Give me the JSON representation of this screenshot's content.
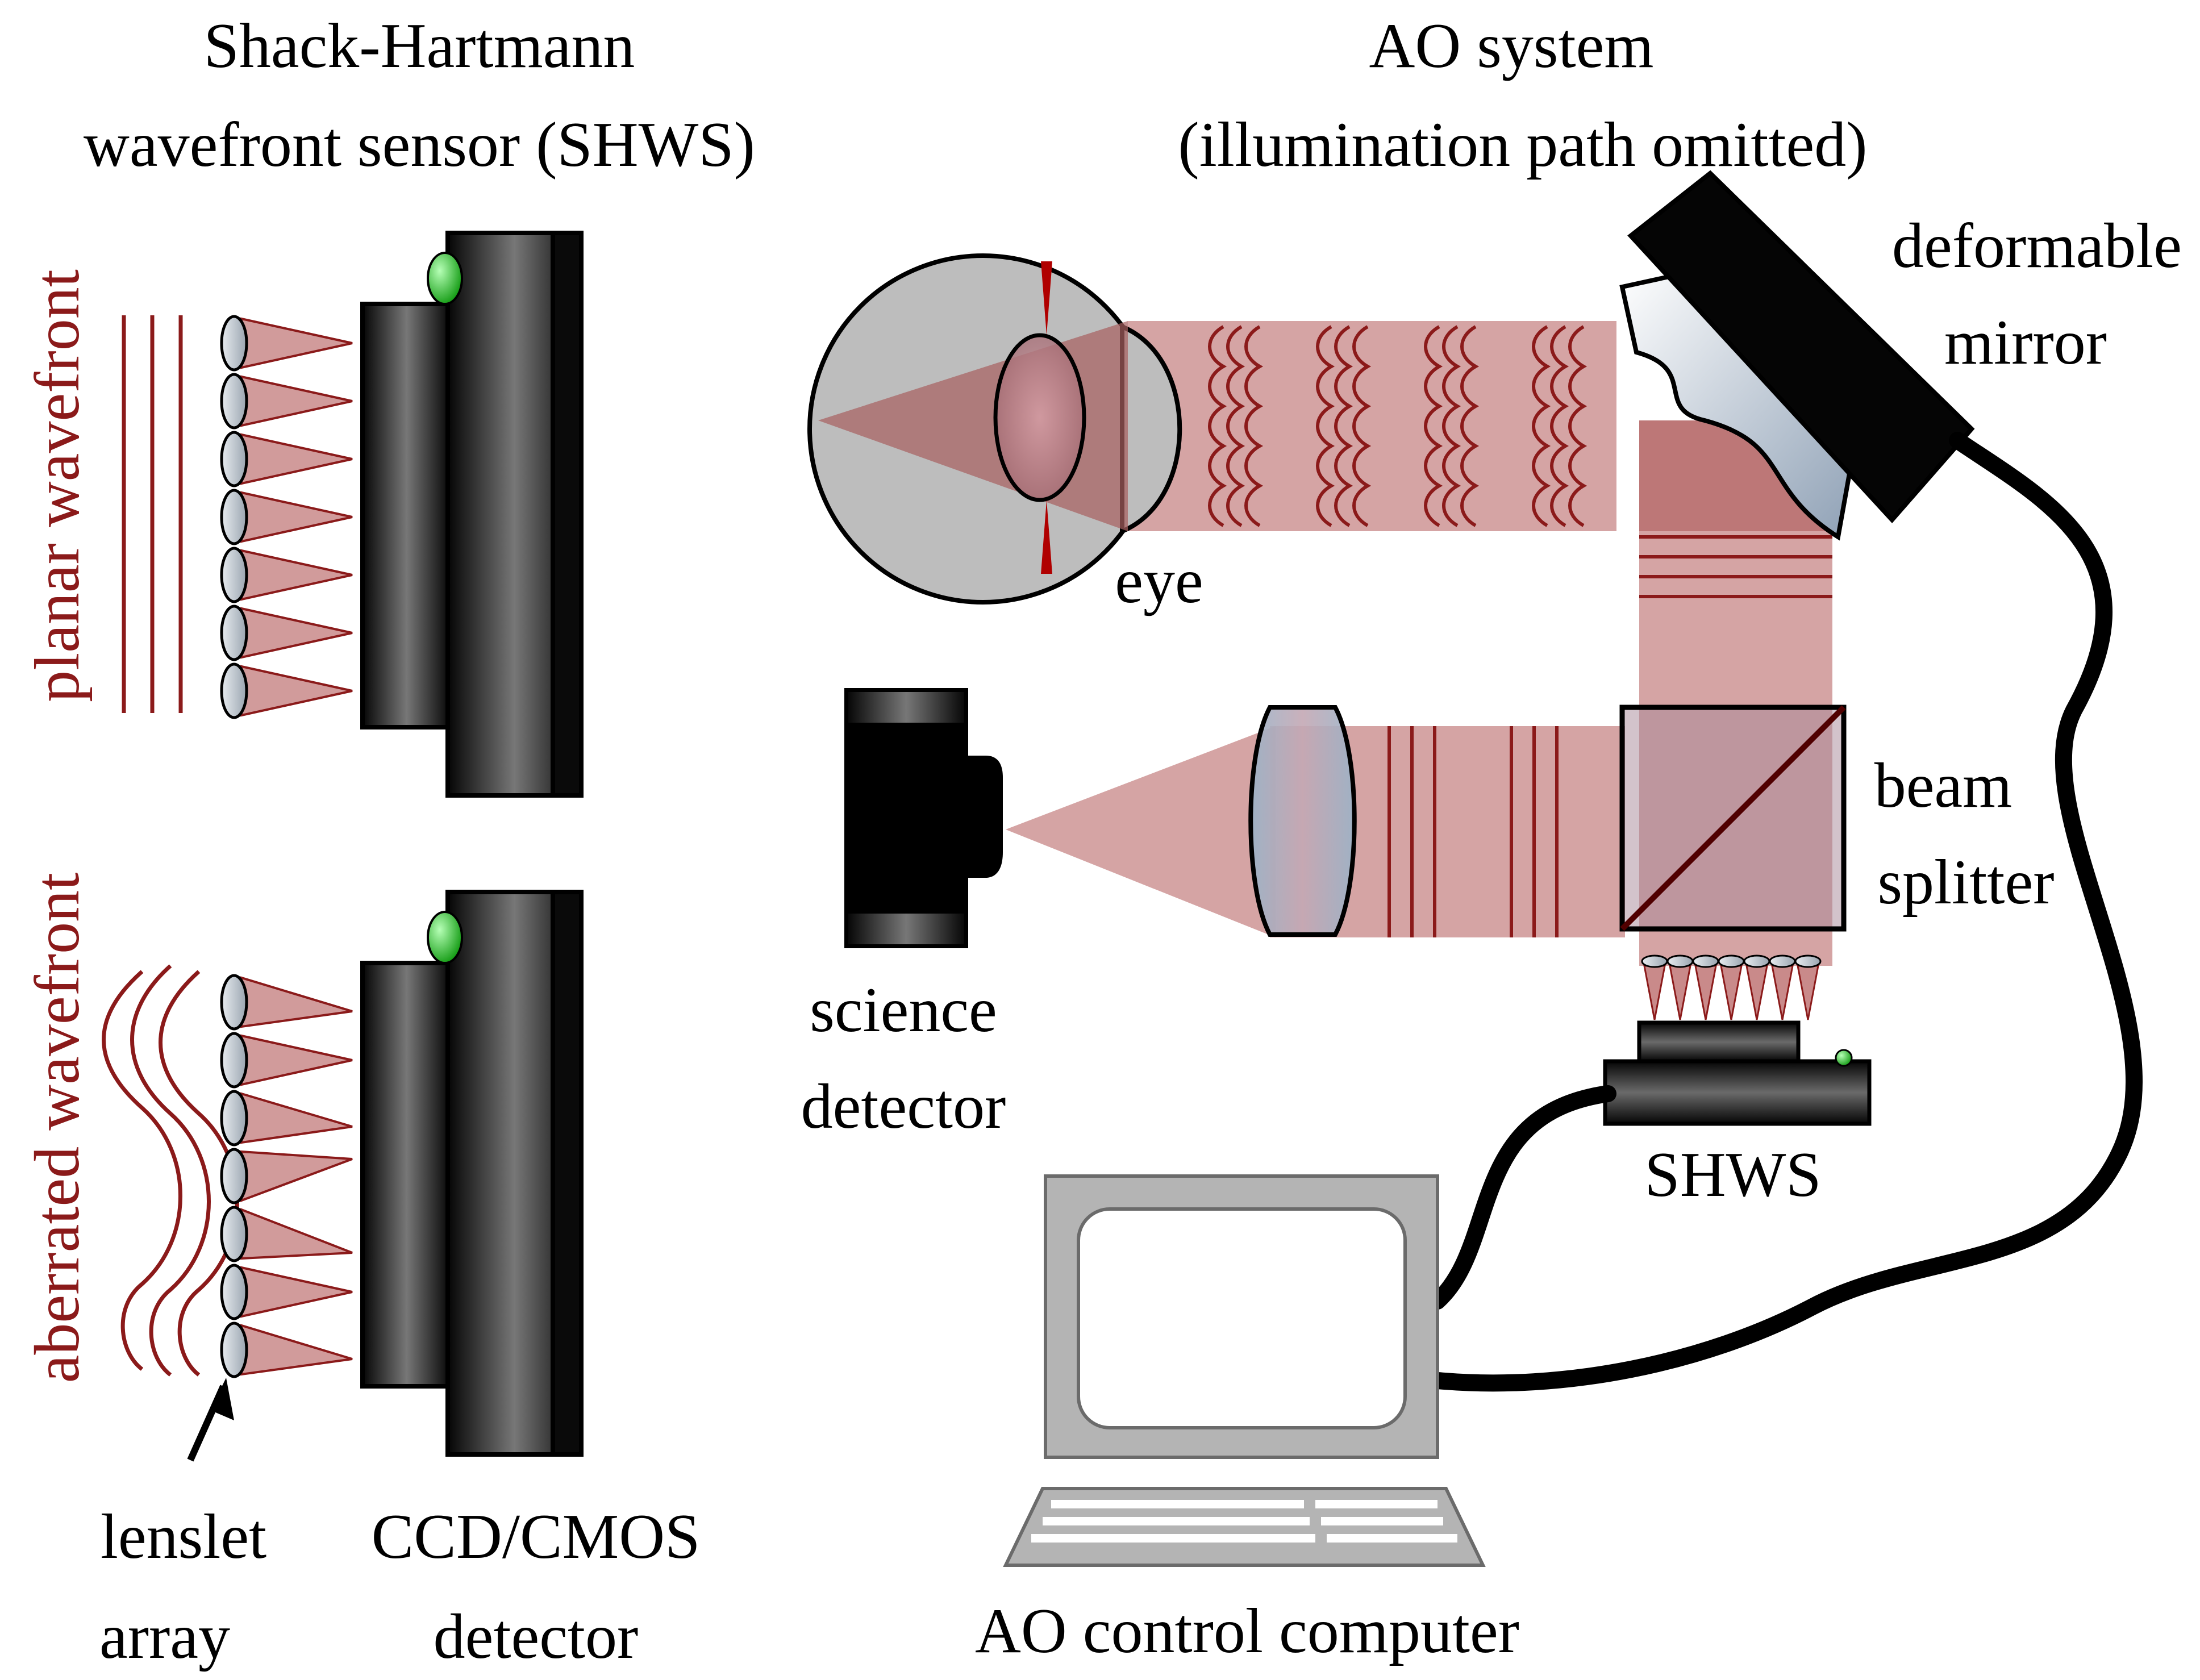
{
  "left_panel": {
    "title_line1": "Shack-Hartmann",
    "title_line2": "wavefront sensor (SHWS)",
    "planar_label": "planar wavefront",
    "aberrated_label": "aberrated wavefront",
    "lenslet_label_line1": "lenslet",
    "lenslet_label_line2": "array",
    "detector_label_line1": "CCD/CMOS",
    "detector_label_line2": "detector"
  },
  "right_panel": {
    "title_line1": "AO system",
    "title_line2": "(illumination path omitted)",
    "eye_label": "eye",
    "dm_label_line1": "deformable",
    "dm_label_line2": "mirror",
    "bs_label_line1": "beam",
    "bs_label_line2": "splitter",
    "science_label_line1": "science",
    "science_label_line2": "detector",
    "shws_label": "SHWS",
    "computer_label": "AO control computer"
  },
  "colors": {
    "beam": "#c98a8a",
    "wavefront": "#8b1a1a",
    "detector_body": "#111111",
    "led": "#22bb22",
    "eye_gray": "#bdbdbd",
    "monitor_gray": "#b4b4b4"
  },
  "icons": {
    "camera": "ccd-camera-icon",
    "eye": "eye-icon",
    "mirror": "deformable-mirror-icon",
    "computer": "computer-icon"
  }
}
